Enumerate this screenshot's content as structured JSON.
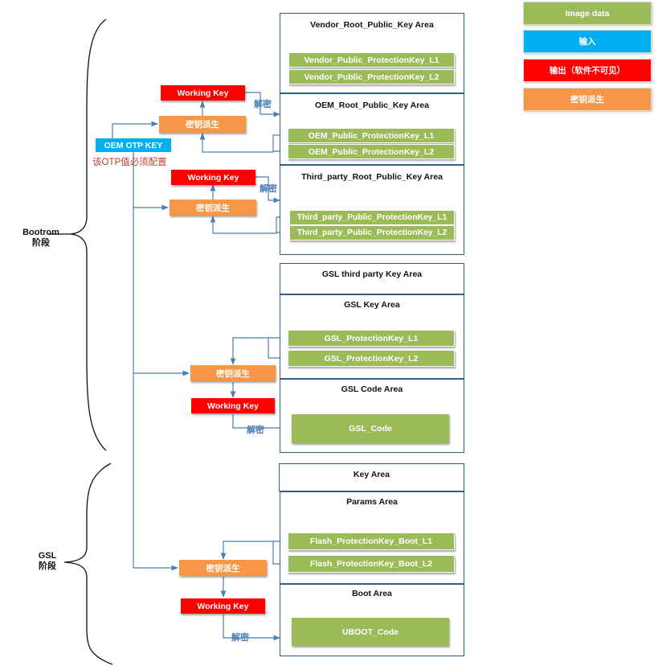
{
  "legend": {
    "image_data": "Image data",
    "input": "输入",
    "output": "输出（软件不可见）",
    "derive": "密钥派生",
    "colors": {
      "image_data": "#9bbb59",
      "input": "#00b0f0",
      "output": "#ff0000",
      "derive": "#f79646"
    }
  },
  "stages": {
    "bootrom_line1": "Bootrom",
    "bootrom_line2": "阶段",
    "gsl_line1": "GSL",
    "gsl_line2": "阶段"
  },
  "otp": {
    "label": "OEM OTP KEY",
    "note": "该OTP值必须配置"
  },
  "common": {
    "working_key": "Working Key",
    "derive": "密钥派生",
    "decrypt": "解密"
  },
  "areas": {
    "vendor_root": {
      "title": "Vendor_Root_Public_Key Area",
      "keys": [
        "Vendor_Public_ProtectionKey_L1",
        "Vendor_Public_ProtectionKey_L2"
      ]
    },
    "oem_root": {
      "title": "OEM_Root_Public_Key Area",
      "keys": [
        "OEM_Public_ProtectionKey_L1",
        "OEM_Public_ProtectionKey_L2"
      ]
    },
    "third_party_root": {
      "title": "Third_party_Root_Public_Key Area",
      "keys": [
        "Third_party_Public_ProtectionKey_L1",
        "Third_party_Public_ProtectionKey_L2"
      ]
    },
    "gsl_third_party": {
      "title": "GSL third party Key Area"
    },
    "gsl_key": {
      "title": "GSL Key Area",
      "keys": [
        "GSL_ProtectionKey_L1",
        "GSL_ProtectionKey_L2"
      ]
    },
    "gsl_code": {
      "title": "GSL Code Area",
      "code": "GSL_Code"
    },
    "key_area": {
      "title": "Key Area"
    },
    "params": {
      "title": "Params Area",
      "keys": [
        "Flash_ProtectionKey_Boot_L1",
        "Flash_ProtectionKey_Boot_L2"
      ]
    },
    "boot": {
      "title": "Boot Area",
      "code": "UBOOT_Code"
    }
  }
}
